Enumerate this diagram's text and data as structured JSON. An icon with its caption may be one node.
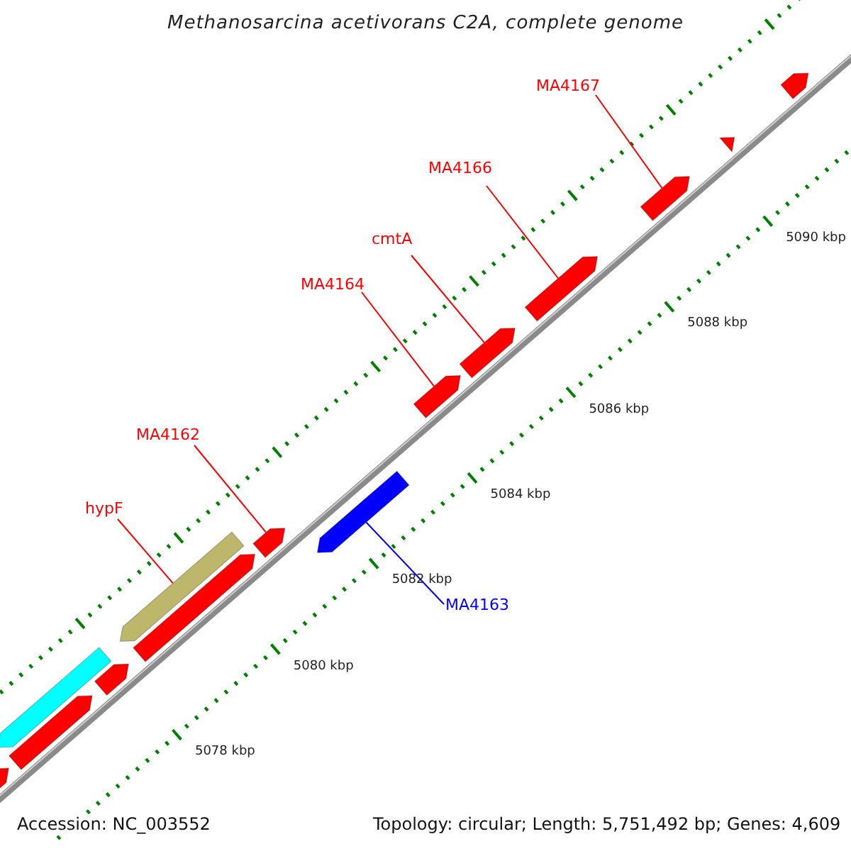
{
  "diagram": {
    "title": "Methanosarcina acetivorans C2A, complete genome",
    "nodes": [
      {
        "text": [],
        "shape": "bar"
      },
      {
        "text": [],
        "shape": "bar"
      },
      {
        "text": [
          "MA4167"
        ]
      },
      {
        "text": [],
        "shape": "bar"
      },
      {
        "text": [
          "MA4166"
        ]
      },
      {
        "text": [],
        "shape": "bar"
      },
      {
        "text": [
          "cmtA"
        ]
      },
      {
        "text": [],
        "shape": "bar"
      },
      {
        "text": [
          "MA4164"
        ]
      },
      {
        "text": [],
        "shape": "bar"
      },
      {
        "text": [
          "MA4162"
        ]
      },
      {
        "text": [],
        "shape": "bar"
      },
      {
        "text": [
          "hypF"
        ]
      },
      {
        "text": [],
        "shape": "bar"
      },
      {
        "text": [],
        "shape": "bar"
      },
      {
        "text": [
          "MA4163"
        ]
      },
      {
        "text": [],
        "shape": "bar"
      },
      {
        "text": [],
        "shape": "bar"
      },
      {
        "text": [],
        "shape": "bar"
      },
      {
        "text": [],
        "shape": "bar"
      },
      {
        "text": [],
        "shape": "bar"
      }
    ],
    "edges": [
      {
        "from": 2,
        "to": 3,
        "arrow": "none"
      },
      {
        "from": 4,
        "to": 5,
        "arrow": "none"
      },
      {
        "from": 6,
        "to": 7,
        "arrow": "none"
      },
      {
        "from": 8,
        "to": 9,
        "arrow": "none"
      },
      {
        "from": 10,
        "to": 11,
        "arrow": "none"
      },
      {
        "from": 12,
        "to": 13,
        "arrow": "none"
      },
      {
        "from": 15,
        "to": 14,
        "arrow": "none",
        "color": "#0000ff"
      }
    ],
    "labels": [
      "5090 kbp",
      "5088 kbp",
      "5086 kbp",
      "5084 kbp",
      "5082 kbp",
      "5080 kbp",
      "5078 kbp",
      "Accession: NC_003552",
      "Topology: circular; Length: 5,751,492 bp; Genes: 4,609"
    ]
  }
}
